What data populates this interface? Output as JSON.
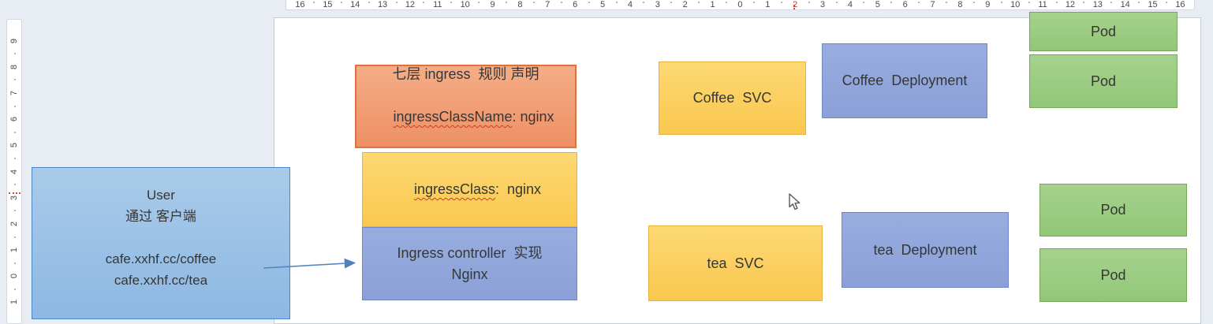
{
  "rulers": {
    "horizontal": {
      "labels": [
        {
          "t": "16"
        },
        {
          "t": "15"
        },
        {
          "t": "14"
        },
        {
          "t": "13"
        },
        {
          "t": "12"
        },
        {
          "t": "11"
        },
        {
          "t": "10"
        },
        {
          "t": "9"
        },
        {
          "t": "8"
        },
        {
          "t": "7"
        },
        {
          "t": "6"
        },
        {
          "t": "5"
        },
        {
          "t": "4"
        },
        {
          "t": "3"
        },
        {
          "t": "2"
        },
        {
          "t": "1"
        },
        {
          "t": "0"
        },
        {
          "t": "1"
        },
        {
          "t": "2",
          "cls": "red"
        },
        {
          "t": "3"
        },
        {
          "t": "4"
        },
        {
          "t": "5"
        },
        {
          "t": "6"
        },
        {
          "t": "7"
        },
        {
          "t": "8"
        },
        {
          "t": "9"
        },
        {
          "t": "10"
        },
        {
          "t": "11"
        },
        {
          "t": "12"
        },
        {
          "t": "13"
        },
        {
          "t": "14"
        },
        {
          "t": "15"
        },
        {
          "t": "16"
        }
      ]
    },
    "vertical": {
      "labels": [
        {
          "t": "9"
        },
        {
          "t": "8"
        },
        {
          "t": "7"
        },
        {
          "t": "6"
        },
        {
          "t": "5"
        },
        {
          "t": "4"
        },
        {
          "t": "3"
        },
        {
          "t": "2"
        },
        {
          "t": "1"
        },
        {
          "t": "0"
        },
        {
          "t": "1"
        }
      ]
    }
  },
  "diagram": {
    "user_box": {
      "text": "User\n通过 客户端\n\ncafe.xxhf.cc/coffee\ncafe.xxhf.cc/tea"
    },
    "ingress_rule_box": {
      "line1": "七层 ingress  规则 声明",
      "underlined": "ingressClassName",
      "rest": ": nginx"
    },
    "ingress_class_box": {
      "underlined": "ingressClass",
      "rest": ":  nginx"
    },
    "ingress_controller_box": {
      "text": "Ingress controller  实现\nNginx"
    },
    "coffee_svc": {
      "label": "Coffee  SVC"
    },
    "coffee_deployment": {
      "label": "Coffee  Deployment"
    },
    "tea_svc": {
      "label": "tea  SVC"
    },
    "tea_deployment": {
      "label": "tea  Deployment"
    },
    "pod": {
      "label": "Pod"
    }
  },
  "palette": {
    "background": "#e8edf3",
    "canvas": "#ffffff",
    "user_blue": "#9dc3e6",
    "orange": "#f09e74",
    "yellow": "#fbd168",
    "deployment_blue": "#93a8dc",
    "pod_green": "#9ccb82",
    "arrow_blue": "#4f80c0",
    "cursor_mark_red": "#d04a3a",
    "squiggle_red": "#cf3a28"
  }
}
